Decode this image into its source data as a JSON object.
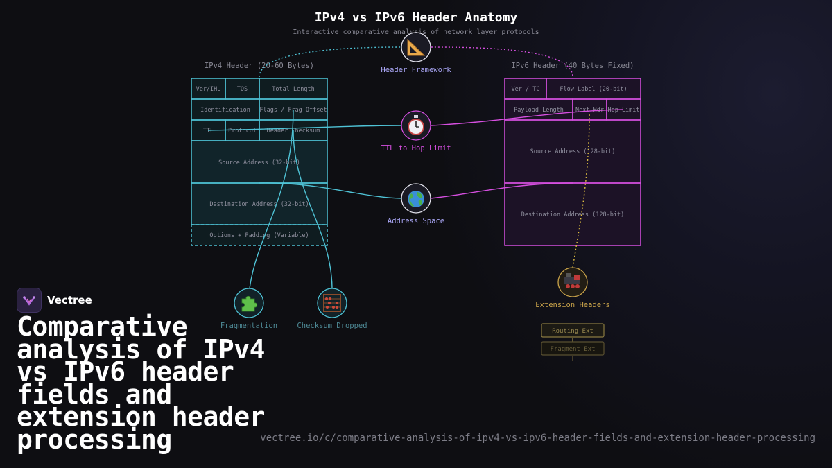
{
  "diagram": {
    "title": "IPv4 vs IPv6 Header Anatomy",
    "subtitle": "Interactive comparative analysis of network layer protocols",
    "ipv4": {
      "label": "IPv4 Header (20-60 Bytes)",
      "fields": {
        "ver_ihl": "Ver/IHL",
        "tos": "TOS",
        "total_length": "Total Length",
        "identification": "Identification",
        "flags": "Flags / Frag Offset",
        "ttl": "TTL",
        "protocol": "Protocol",
        "checksum": "Header Checksum",
        "src": "Source Address (32-bit)",
        "dst": "Destination Address (32-bit)",
        "options": "Options + Padding (Variable)"
      }
    },
    "ipv6": {
      "label": "IPv6 Header (40 Bytes Fixed)",
      "fields": {
        "ver_tc": "Ver / TC",
        "flow": "Flow Label (20-bit)",
        "payload": "Payload Length",
        "next_hdr": "Next Hdr",
        "hop_limit": "Hop Limit",
        "src": "Source Address (128-bit)",
        "dst": "Destination Address (128-bit)"
      }
    },
    "nodes": {
      "framework": {
        "label": "Header Framework",
        "icon": "triangular-ruler-icon"
      },
      "ttl": {
        "label": "TTL to Hop Limit",
        "icon": "stopwatch-icon"
      },
      "address": {
        "label": "Address Space",
        "icon": "globe-icon"
      },
      "fragmentation": {
        "label": "Fragmentation",
        "icon": "puzzle-piece-icon"
      },
      "checksum": {
        "label": "Checksum Dropped",
        "icon": "abacus-icon"
      },
      "extension": {
        "label": "Extension Headers",
        "icon": "locomotive-icon"
      }
    },
    "ext_chips": {
      "routing": "Routing Ext",
      "fragment": "Fragment Ext"
    },
    "colors": {
      "ipv4": "#4fc3d6",
      "ipv6": "#d64fe0",
      "extension": "#c9a34a",
      "node_label_blue": "#a9a6f5"
    }
  },
  "brand": {
    "name": "Vectree",
    "icon": "vectree-logo-icon"
  },
  "headline": "Comparative analysis of IPv4 vs IPv6 header fields and extension header processing",
  "url": "vectree.io/c/comparative-analysis-of-ipv4-vs-ipv6-header-fields-and-extension-header-processing"
}
